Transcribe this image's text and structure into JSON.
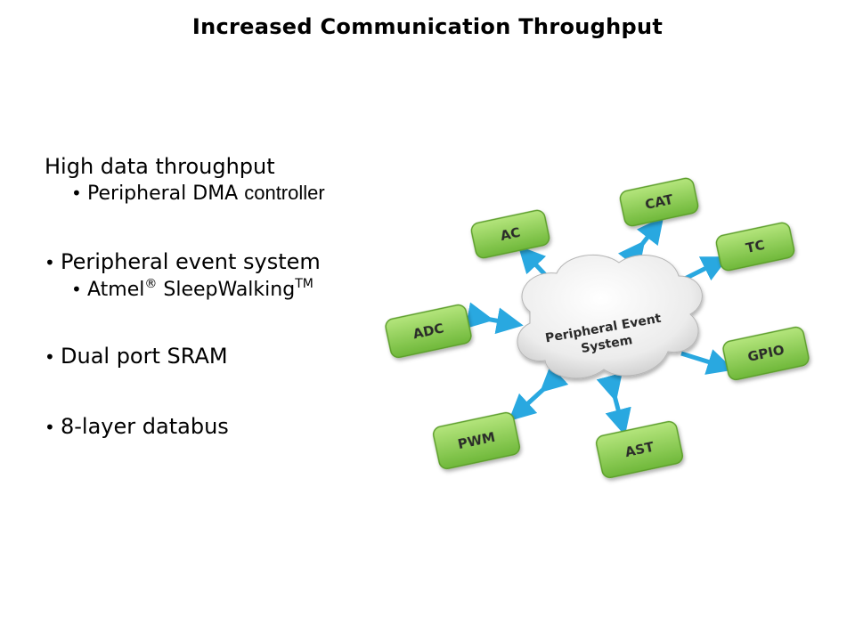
{
  "slide": {
    "title": "Increased Communication Throughput"
  },
  "bullets": {
    "b1": "High data throughput",
    "b1_sub": "Peripheral DMA ",
    "b1_sub_small": "controller",
    "b2": "Peripheral event system",
    "b2_sub_prefix": "Atmel",
    "b2_sub_reg": "®",
    "b2_sub_main": " SleepWalking",
    "b2_sub_tm": "TM",
    "b3": "Dual port SRAM",
    "b4": "8-layer databus",
    "bullet_char": "•"
  },
  "diagram": {
    "center_line1": "Peripheral Event",
    "center_line2": "System",
    "boxes": {
      "ac": "AC",
      "cat": "CAT",
      "tc": "TC",
      "adc": "ADC",
      "gpio": "GPIO",
      "pwm": "PWM",
      "ast": "AST"
    },
    "colors": {
      "box_fill": "#8fd14f",
      "box_edge": "#5c9e2a",
      "arrow": "#29a8e0",
      "cloud": "#f2f2f2"
    }
  }
}
